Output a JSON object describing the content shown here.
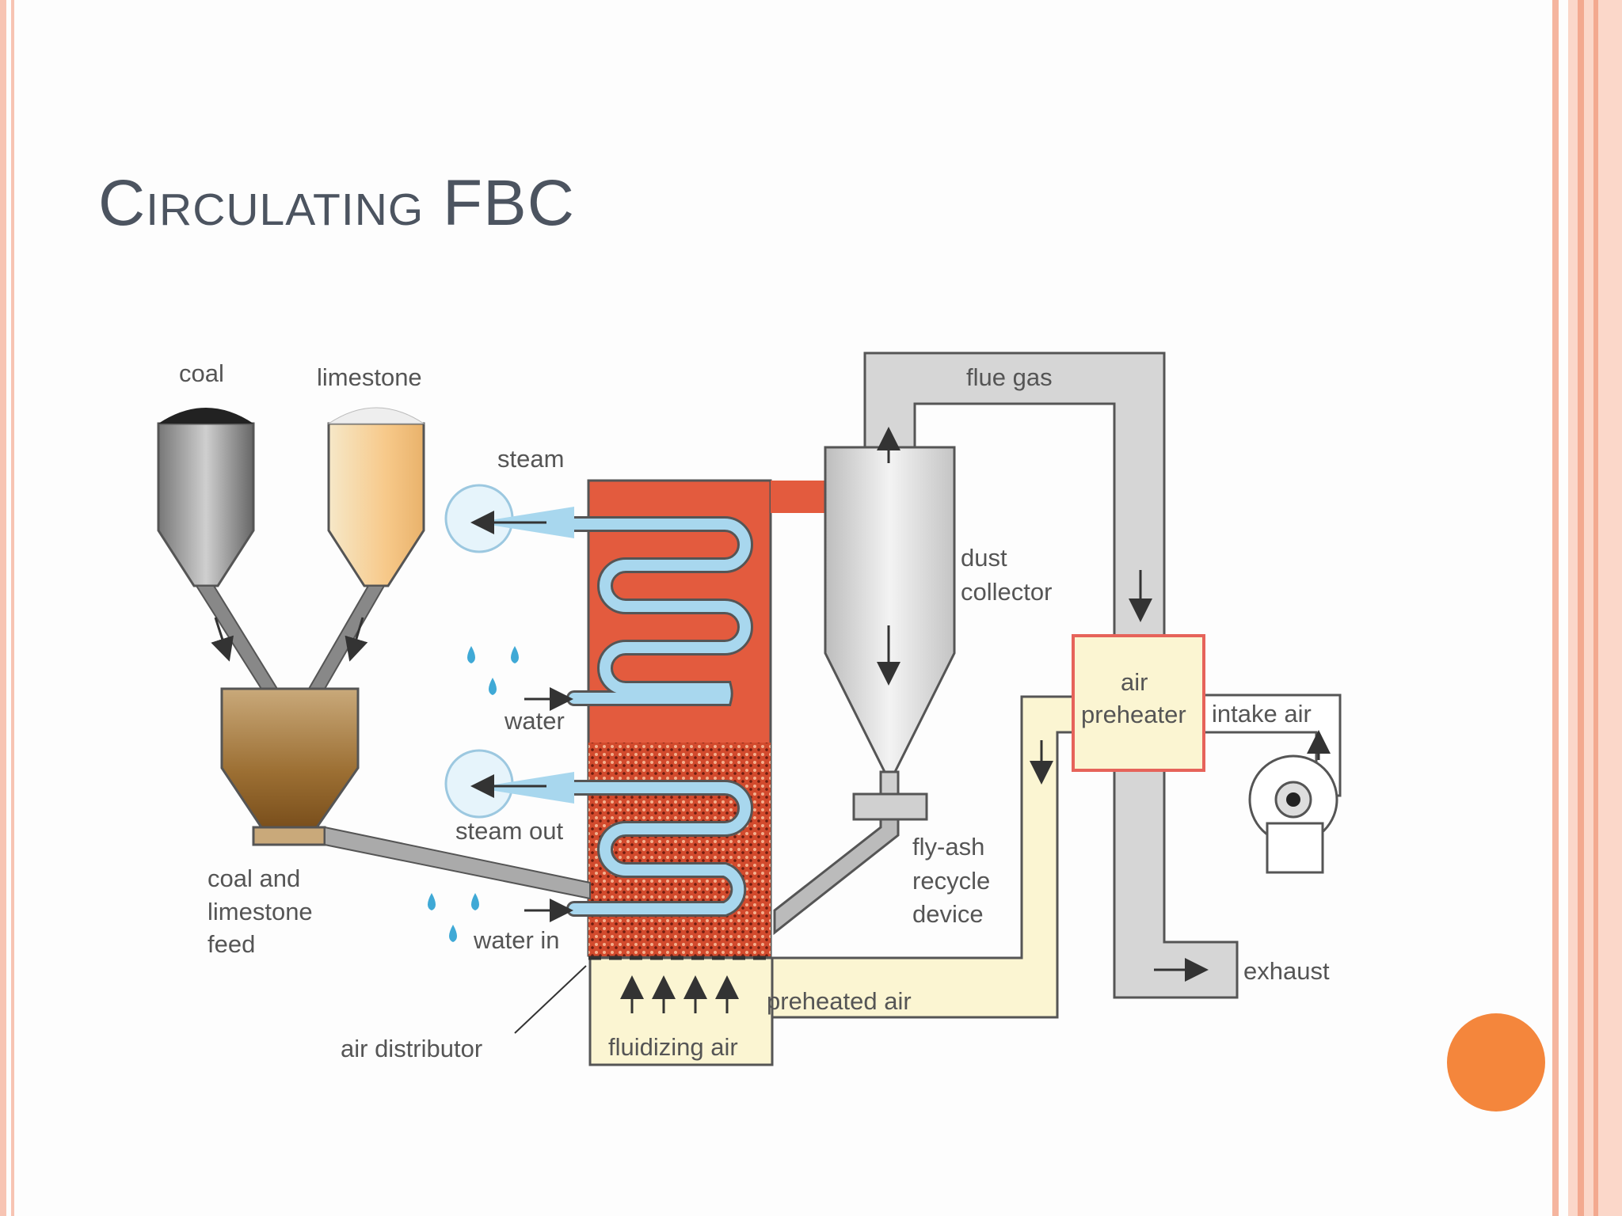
{
  "slide": {
    "title": "Circulating FBC"
  },
  "diagram": {
    "labels": {
      "coal": "coal",
      "limestone": "limestone",
      "steam": "steam",
      "water": "water",
      "steam_out": "steam out",
      "water_in": "water in",
      "coal_and_limestone_feed": [
        "coal and",
        "limestone",
        "feed"
      ],
      "air_distributor": "air distributor",
      "fluidizing_air": "fluidizing air",
      "preheated_air": "preheated air",
      "flue_gas": "flue gas",
      "dust_collector": [
        "dust",
        "collector"
      ],
      "fly_ash_recycle_device": [
        "fly-ash",
        "recycle",
        "device"
      ],
      "air_preheater": [
        "air",
        "preheater"
      ],
      "intake_air": "intake air",
      "exhaust": "exhaust"
    }
  },
  "colors": {
    "title": "#4c5460",
    "furnace": "#e35b3e",
    "tubes": "#a8d7ee",
    "duct": "#d6d6d6",
    "air_duct": "#fbf5d2",
    "preheater_border": "#e6635a",
    "accent_dot": "#f4863c"
  }
}
